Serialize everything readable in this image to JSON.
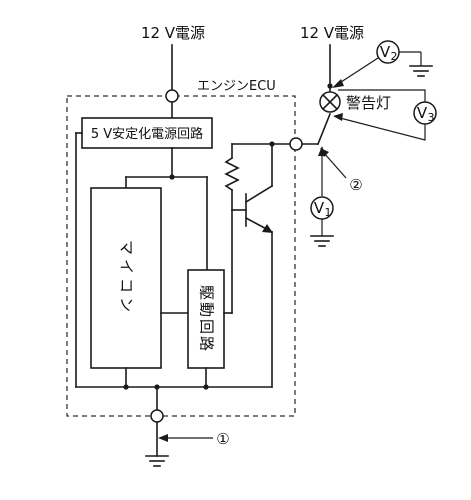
{
  "labels": {
    "supply_left": "12 V電源",
    "supply_right": "12 V電源",
    "ecu_title": "エンジンECU",
    "regulator": "5 V安定化電源回路",
    "microcomputer": "マイコン",
    "driver_circuit": "駆動回路",
    "warning_lamp": "警告灯",
    "marker_1": "①",
    "marker_2": "②"
  },
  "meters": {
    "v1": {
      "name": "V",
      "sub": "1"
    },
    "v2": {
      "name": "V",
      "sub": "2"
    },
    "v3": {
      "name": "V",
      "sub": "3"
    }
  }
}
